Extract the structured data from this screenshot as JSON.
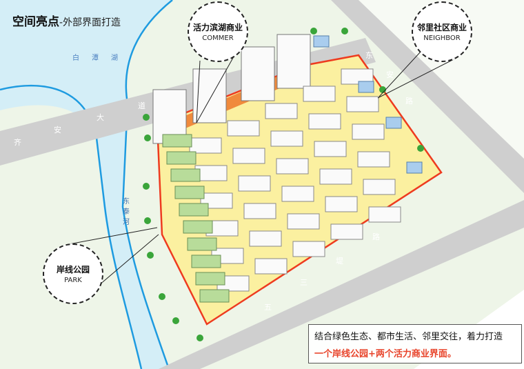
{
  "title": {
    "main": "空间亮点",
    "sub": "-外部界面打造"
  },
  "lake_label": "白潭湖",
  "river_label": "东泰河",
  "roads": {
    "north": [
      "齐",
      "安",
      "大",
      "道"
    ],
    "east": [
      "东",
      "安",
      "路"
    ],
    "south": [
      "五",
      "三",
      "堤",
      "路"
    ]
  },
  "callouts": {
    "lake_commercial": {
      "cn": "活力滨湖商业",
      "en": "COMMER"
    },
    "neighborhood_commercial": {
      "cn": "邻里社区商业",
      "en": "NEIGHBOR"
    },
    "shoreline_park": {
      "cn": "岸线公园",
      "en": "PARK"
    }
  },
  "note": {
    "line1": "结合绿色生态、都市生活、邻里交往，着力打造",
    "line2": "一个岸线公园+两个活力商业界面。"
  },
  "colors": {
    "lake": "#d4eef7",
    "river_line": "#1e9be0",
    "road": "#cfcfcf",
    "site_fill": "#fbf0a0",
    "boundary": "#ee3b1f",
    "commercial": "#f08a3c",
    "villa": "#b8dc9a",
    "neighbor_commercial": "#a9cdee"
  }
}
